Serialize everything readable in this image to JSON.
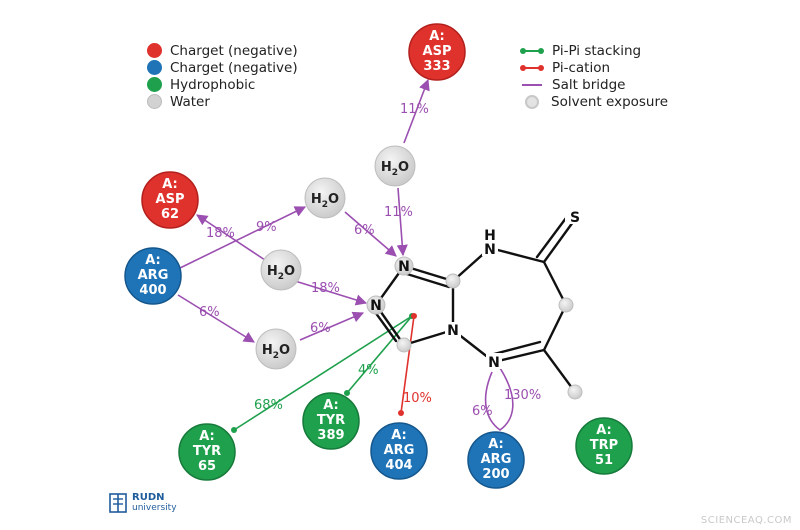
{
  "legend_left": {
    "items": [
      {
        "label": "Charget (negative)",
        "color": "#e0322d"
      },
      {
        "label": "Charget (negative)",
        "color": "#1f74b8"
      },
      {
        "label": "Hydrophobic",
        "color": "#1fa04d"
      },
      {
        "label": "Water",
        "color": "#d2d2d2"
      }
    ]
  },
  "legend_right": {
    "items": [
      {
        "label": "Pi-Pi stacking",
        "color": "#1fa04d",
        "style": "dotted-ends"
      },
      {
        "label": "Pi-cation",
        "color": "#e0322d",
        "style": "dotted-ends"
      },
      {
        "label": "Salt bridge",
        "color": "#9b4fb0",
        "style": "line"
      },
      {
        "label": "Solvent exposure",
        "color": "#d2d2d2",
        "style": "halo-dot"
      }
    ]
  },
  "residues": [
    {
      "id": "asp333",
      "chain": "A:",
      "name": "ASP",
      "number": "333",
      "type": "negative",
      "color": "#e0322d"
    },
    {
      "id": "asp62",
      "chain": "A:",
      "name": "ASP",
      "number": "62",
      "type": "negative",
      "color": "#e0322d"
    },
    {
      "id": "arg400",
      "chain": "A:",
      "name": "ARG",
      "number": "400",
      "type": "positive",
      "color": "#1f74b8"
    },
    {
      "id": "arg404",
      "chain": "A:",
      "name": "ARG",
      "number": "404",
      "type": "positive",
      "color": "#1f74b8"
    },
    {
      "id": "arg200",
      "chain": "A:",
      "name": "ARG",
      "number": "200",
      "type": "positive",
      "color": "#1f74b8"
    },
    {
      "id": "tyr65",
      "chain": "A:",
      "name": "TYR",
      "number": "65",
      "type": "hydrophobic",
      "color": "#1fa04d"
    },
    {
      "id": "tyr389",
      "chain": "A:",
      "name": "TYR",
      "number": "389",
      "type": "hydrophobic",
      "color": "#1fa04d"
    },
    {
      "id": "trp51",
      "chain": "A:",
      "name": "TRP",
      "number": "51",
      "type": "hydrophobic",
      "color": "#1fa04d"
    }
  ],
  "waters": [
    {
      "id": "w1",
      "label": "H",
      "sub": "2",
      "tail": "O"
    },
    {
      "id": "w2",
      "label": "H",
      "sub": "2",
      "tail": "O"
    },
    {
      "id": "w3",
      "label": "H",
      "sub": "2",
      "tail": "O"
    },
    {
      "id": "w4",
      "label": "H",
      "sub": "2",
      "tail": "O"
    }
  ],
  "atoms": [
    {
      "id": "n1",
      "label": "N"
    },
    {
      "id": "n2",
      "label": "N"
    },
    {
      "id": "n3",
      "label": "N"
    },
    {
      "id": "n4",
      "label": "N"
    },
    {
      "id": "nh",
      "label": "H",
      "label2": "N"
    },
    {
      "id": "s",
      "label": "S"
    }
  ],
  "interactions": [
    {
      "id": "i_asp333",
      "label": "11%",
      "kind": "salt-bridge"
    },
    {
      "id": "i_w1_n1",
      "label": "11%",
      "kind": "salt-bridge"
    },
    {
      "id": "i_asp62",
      "label": "18%",
      "kind": "salt-bridge"
    },
    {
      "id": "i_arg400_w2",
      "label": "9%",
      "kind": "salt-bridge"
    },
    {
      "id": "i_w2_n1",
      "label": "6%",
      "kind": "salt-bridge"
    },
    {
      "id": "i_w3_n2",
      "label": "18%",
      "kind": "salt-bridge"
    },
    {
      "id": "i_arg400_w4",
      "label": "6%",
      "kind": "salt-bridge"
    },
    {
      "id": "i_w4_n2",
      "label": "6%",
      "kind": "salt-bridge"
    },
    {
      "id": "i_tyr65",
      "label": "68%",
      "kind": "pi-pi"
    },
    {
      "id": "i_tyr389",
      "label": "4%",
      "kind": "pi-pi"
    },
    {
      "id": "i_arg404",
      "label": "10%",
      "kind": "pi-cation"
    },
    {
      "id": "i_arg200_a",
      "label": "130%",
      "kind": "salt-bridge"
    },
    {
      "id": "i_arg200_b",
      "label": "6%",
      "kind": "salt-bridge"
    }
  ],
  "colors": {
    "salt_bridge": "#9b4fb0",
    "pi_pi": "#1fa04d",
    "pi_cation": "#e0322d",
    "bond": "#111111",
    "water": "#d2d2d2"
  },
  "logo": {
    "line1": "RUDN",
    "line2": "university"
  },
  "watermark": "SCIENCEAQ.COM"
}
